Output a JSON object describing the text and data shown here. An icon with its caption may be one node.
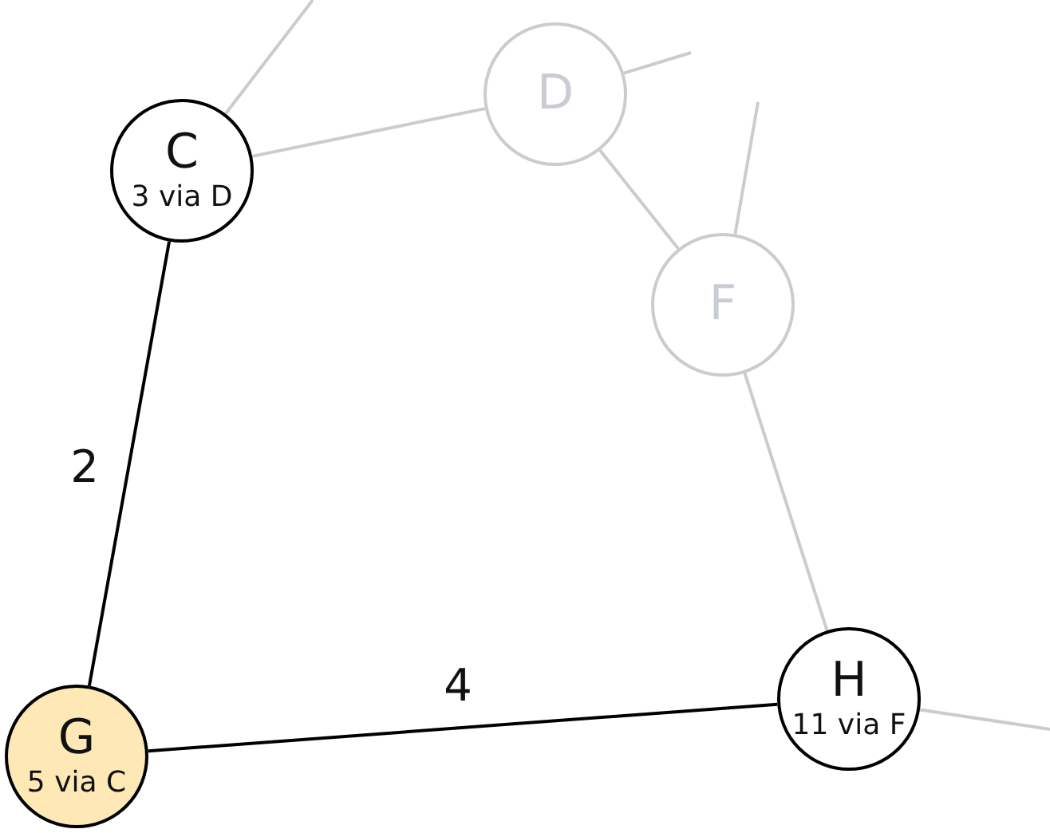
{
  "diagram": {
    "nodes": [
      {
        "text": [
          "C",
          "3 via D"
        ]
      },
      {
        "text": [
          "D"
        ]
      },
      {
        "text": [
          "F"
        ]
      },
      {
        "text": [
          "G",
          "5 via C"
        ]
      },
      {
        "text": [
          "H",
          "11 via F"
        ]
      }
    ],
    "edges": [
      {
        "from": 0,
        "to": 3,
        "arrow": "none",
        "label": "2",
        "color": "#000000"
      },
      {
        "from": 3,
        "to": 4,
        "arrow": "none",
        "label": "4",
        "color": "#000000"
      },
      {
        "from": 0,
        "to": 1,
        "arrow": "none"
      },
      {
        "from": 1,
        "to": 2,
        "arrow": "none"
      },
      {
        "from": 2,
        "to": 4,
        "arrow": "none"
      },
      {
        "from": 0,
        "to": null,
        "arrow": "none"
      },
      {
        "from": 1,
        "to": null,
        "arrow": "none"
      },
      {
        "from": 2,
        "to": null,
        "arrow": "none"
      },
      {
        "from": 4,
        "to": null,
        "arrow": "none"
      }
    ]
  }
}
